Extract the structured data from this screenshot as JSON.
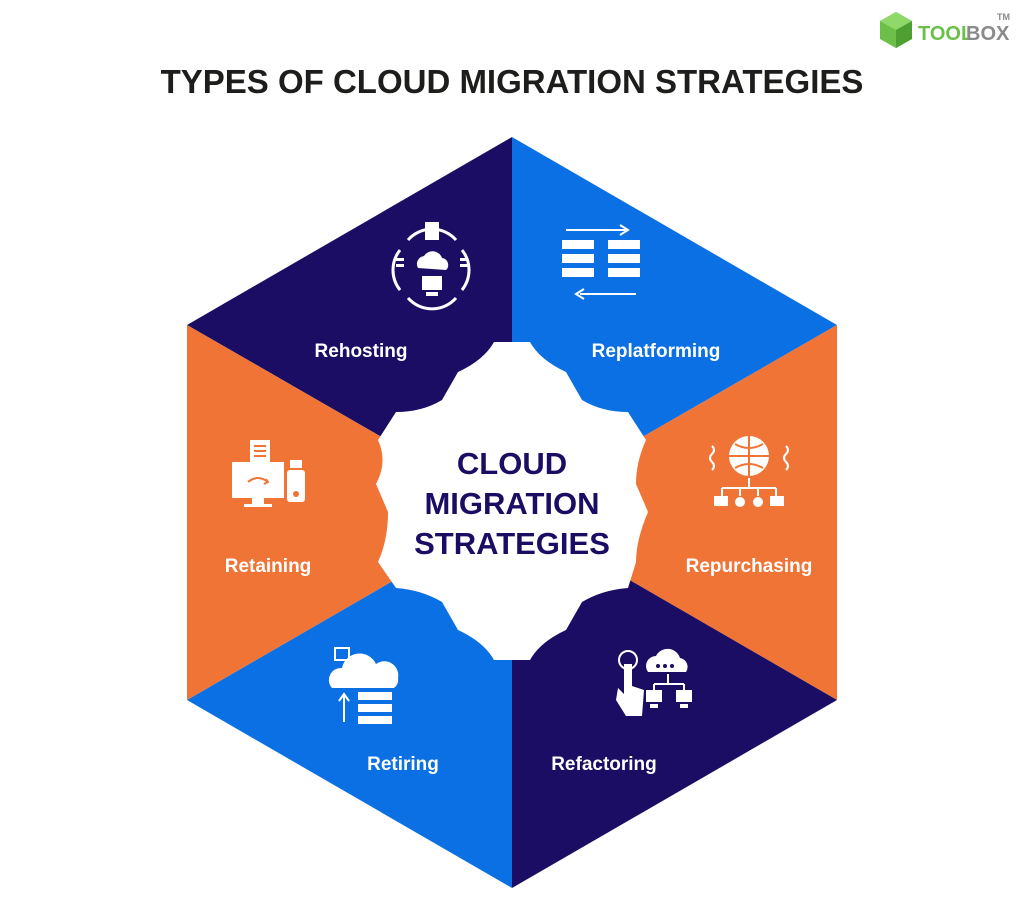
{
  "title": "TYPES OF CLOUD MIGRATION STRATEGIES",
  "brand": {
    "name_part1": "TOOL",
    "name_part2": "BOX",
    "trademark": "TM"
  },
  "center": {
    "line1": "CLOUD",
    "line2": "MIGRATION",
    "line3": "STRATEGIES"
  },
  "segments": [
    {
      "id": "rehosting",
      "label": "Rehosting",
      "icon": "server-cloud-sync-icon",
      "color": "#1a0d63"
    },
    {
      "id": "replatforming",
      "label": "Replatforming",
      "icon": "data-transfer-arrows-icon",
      "color": "#0a70e4"
    },
    {
      "id": "repurchasing",
      "label": "Repurchasing",
      "icon": "globe-network-icon",
      "color": "#f07436"
    },
    {
      "id": "refactoring",
      "label": "Refactoring",
      "icon": "hand-cloud-network-icon",
      "color": "#1a0d63"
    },
    {
      "id": "retiring",
      "label": "Retiring",
      "icon": "cloud-server-upload-icon",
      "color": "#0a70e4"
    },
    {
      "id": "retaining",
      "label": "Retaining",
      "icon": "computer-usb-storage-icon",
      "color": "#f07436"
    }
  ],
  "colors": {
    "title": "#1d1d1b",
    "center_text": "#1a0d63",
    "brand_green": "#6cc04a",
    "brand_gray": "#8a8a8a",
    "icon": "#ffffff"
  }
}
